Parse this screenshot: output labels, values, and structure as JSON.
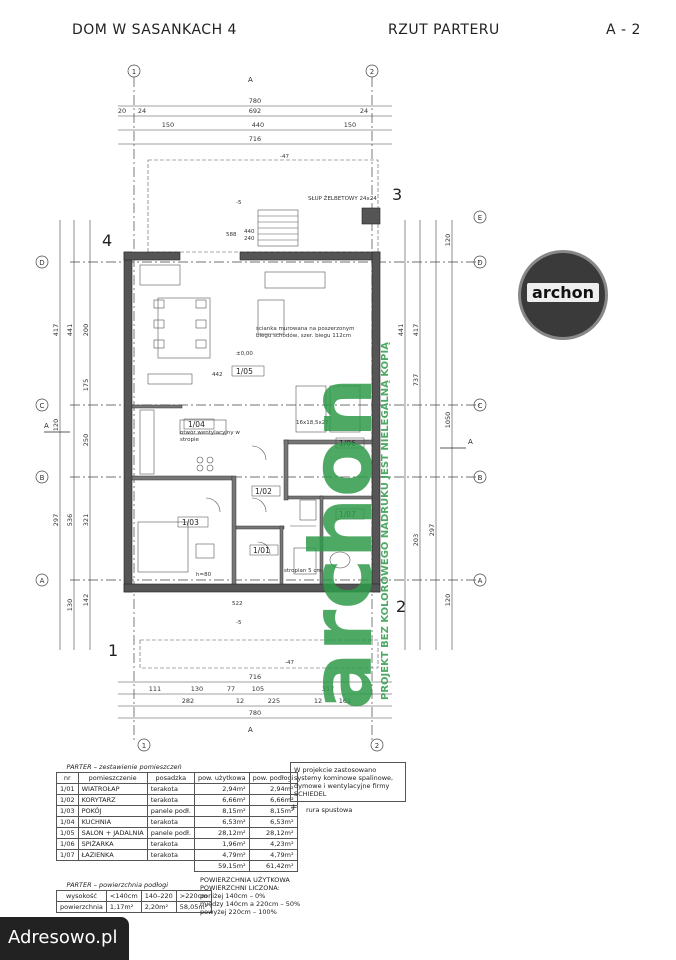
{
  "header": {
    "project": "DOM W SASANKACH 4",
    "sheet_title": "RZUT PARTERU",
    "sheet_no": "A - 2"
  },
  "axes": {
    "top": [
      "1",
      "2"
    ],
    "side": [
      "D",
      "C",
      "B",
      "A"
    ],
    "side_right": [
      "E",
      "D",
      "C",
      "B",
      "A"
    ]
  },
  "corners": [
    "4",
    "3",
    "1",
    "2"
  ],
  "section_mark": "A",
  "dims": {
    "top_overall": "780",
    "top_inner": "692",
    "top_side": "20",
    "top_24a": "24",
    "top_24b": "24",
    "top_seg": [
      "150",
      "440",
      "150"
    ],
    "top_716": "716",
    "bottom_716": "716",
    "bottom_780": "780",
    "bottom_seg1": [
      "111",
      "130",
      "77",
      "105",
      "317"
    ],
    "bottom_seg2": [
      "282",
      "12",
      "225",
      "12",
      "161"
    ],
    "left": [
      "417",
      "441",
      "200",
      "175",
      "120",
      "250",
      "297",
      "536",
      "321",
      "142",
      "130"
    ],
    "right": [
      "441",
      "417",
      "737",
      "1050",
      "120",
      "203",
      "297",
      "120"
    ]
  },
  "room_labels": [
    "1/01",
    "1/02",
    "1/03",
    "1/04",
    "1/05",
    "1/06",
    "1/07"
  ],
  "annotations": {
    "slup": "SŁUP ŻELBETOWY 24x24",
    "scianka": "ścianka murowana na poszerzonym biegu schodów, szer. biegu 112cm",
    "otwor": "otwór wentylacyjny w stropie",
    "level": "±0,00",
    "strop": "stropian 5 cm",
    "schody": "16x18,5x27",
    "h80": "h=80",
    "v442": "442",
    "v588": "588",
    "v440": "440",
    "v240": "240",
    "v522": "522",
    "h": "-47",
    "minus5": "-5"
  },
  "rooms_table": {
    "caption": "PARTER – zestawienie pomieszczeń",
    "headers": [
      "nr",
      "pomieszczenie",
      "posadzka",
      "pow. użytkowa",
      "pow. podłogi"
    ],
    "rows": [
      [
        "1/01",
        "WIATROŁAP",
        "terakota",
        "2,94m²",
        "2,94m²"
      ],
      [
        "1/02",
        "KORYTARZ",
        "terakota",
        "6,66m²",
        "6,66m²"
      ],
      [
        "1/03",
        "POKÓJ",
        "panele podł.",
        "8,15m²",
        "8,15m²"
      ],
      [
        "1/04",
        "KUCHNIA",
        "terakota",
        "6,53m²",
        "6,53m²"
      ],
      [
        "1/05",
        "SALON + JADALNIA",
        "panele podł.",
        "28,12m²",
        "28,12m²"
      ],
      [
        "1/06",
        "SPIŻARKA",
        "terakota",
        "1,96m²",
        "4,23m²"
      ],
      [
        "1/07",
        "ŁAZIENKA",
        "terakota",
        "4,79m²",
        "4,79m²"
      ]
    ],
    "totals": [
      "59,15m²",
      "61,42m²"
    ]
  },
  "floor_table": {
    "caption": "PARTER – powierzchnia podłogi",
    "headers": [
      "wysokość",
      "<140cm",
      "140–220",
      ">220cm"
    ],
    "row": [
      "powierzchnia",
      "1,17m²",
      "2,20m²",
      "58,05m²"
    ]
  },
  "chimney_note": "W projekcie zastosowano systemy kominowe spalinowe, dymowe i wentylacyjne firmy SCHIEDEL",
  "rura": "rura spustowa",
  "area_note": [
    "POWIERZCHNIA UŻYTKOWA",
    "POWIERZCHNI LICZONA:",
    "poniżej 140cm – 0%",
    "między 140cm a 220cm – 50%",
    "powyżej 220cm – 100%"
  ],
  "watermark": {
    "brand": "archon",
    "vertical": "PROJEKT BEZ KOLOROWEGO NADRUKU JEST NIELEGALNĄ KOPIĄ",
    "logo": "archon"
  },
  "badge": "Adresowo.pl"
}
